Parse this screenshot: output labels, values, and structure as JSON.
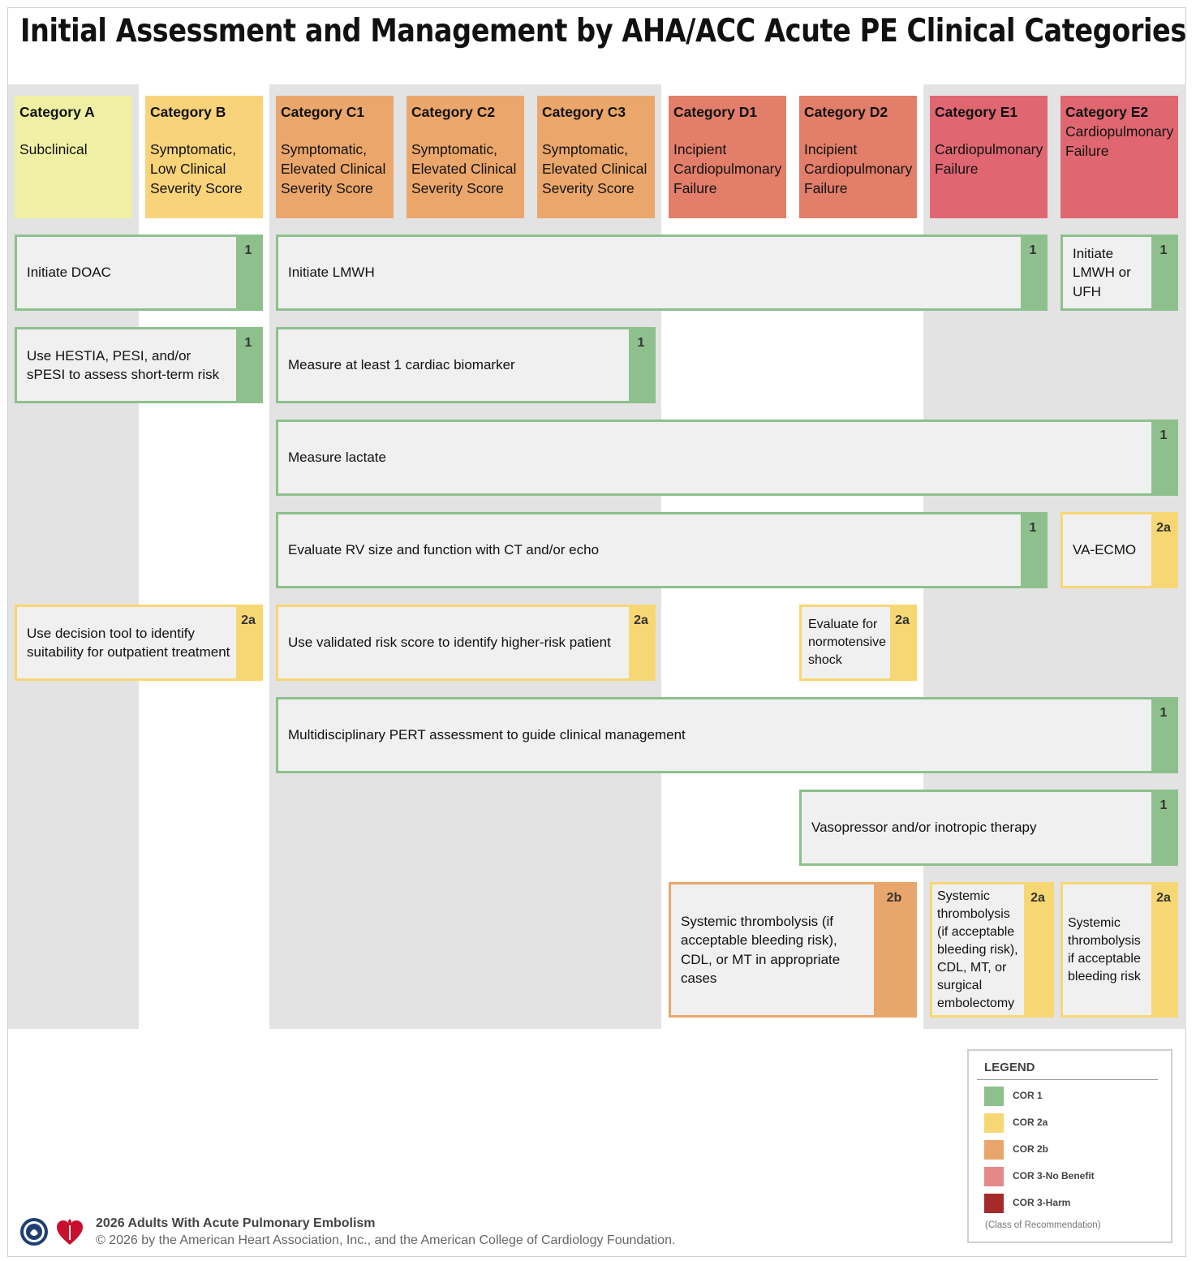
{
  "title": "Initial Assessment and Management by AHA/ACC Acute PE Clinical Categories",
  "colors": {
    "cor_1": "#8dc08d",
    "cor_2a": "#f7d774",
    "cor_2b": "#e9a66c",
    "cor_3_no_benefit": "#e4888a",
    "cor_3_harm": "#a52a2a",
    "category_a": "#eff0a3",
    "category_b": "#f8d37a",
    "category_c": "#eba76b",
    "category_d": "#e27e6a",
    "category_e": "#e06772"
  },
  "categories": [
    {
      "name": "Category A",
      "desc": "Subclinical"
    },
    {
      "name": "Category B",
      "desc": "Symptomatic, Low Clinical Severity Score"
    },
    {
      "name": "Category C1",
      "desc": "Symptomatic, Elevated Clinical Severity Score"
    },
    {
      "name": "Category C2",
      "desc": "Symptomatic, Elevated Clinical Severity Score"
    },
    {
      "name": "Category C3",
      "desc": "Symptomatic, Elevated Clinical Severity Score"
    },
    {
      "name": "Category D1",
      "desc": "Incipient Cardiopulmonary Failure"
    },
    {
      "name": "Category D2",
      "desc": "Incipient Cardiopulmonary Failure"
    },
    {
      "name": "Category E1",
      "desc": "Cardiopulmonary Failure"
    },
    {
      "name": "Category E2",
      "desc": "Cardiopulmonary Failure"
    }
  ],
  "recommendations": [
    {
      "text": "Initiate DOAC",
      "cor": "1"
    },
    {
      "text": "Initiate LMWH",
      "cor": "1"
    },
    {
      "text": "Initiate LMWH or UFH",
      "cor": "1"
    },
    {
      "text": "Use HESTIA, PESI, and/or sPESI to assess short-term risk",
      "cor": "1"
    },
    {
      "text": "Measure at least 1 cardiac biomarker",
      "cor": "1"
    },
    {
      "text": "Measure lactate",
      "cor": "1"
    },
    {
      "text": "Evaluate RV size and function with CT and/or echo",
      "cor": "1"
    },
    {
      "text": "VA-ECMO",
      "cor": "2a"
    },
    {
      "text": "Use decision tool to identify suitability for outpatient treatment",
      "cor": "2a"
    },
    {
      "text": "Use validated risk score to identify higher-risk patient",
      "cor": "2a"
    },
    {
      "text": "Evaluate for normotensive shock",
      "cor": "2a"
    },
    {
      "text": "Multidisciplinary PERT assessment to guide clinical management",
      "cor": "1"
    },
    {
      "text": "Vasopressor and/or inotropic therapy",
      "cor": "1"
    },
    {
      "text": "Systemic thrombolysis (if acceptable bleeding risk), CDL, or MT in appropriate cases",
      "cor": "2b"
    },
    {
      "text": "Systemic thrombolysis (if acceptable bleeding risk), CDL, MT, or surgical embolectomy",
      "cor": "2a"
    },
    {
      "text": "Systemic thrombolysis if acceptable bleeding risk",
      "cor": "2a"
    }
  ],
  "legend": {
    "title": "LEGEND",
    "items": [
      "COR 1",
      "COR 2a",
      "COR 2b",
      "COR 3-No Benefit",
      "COR 3-Harm"
    ],
    "note": "(Class of Recommendation)"
  },
  "footer": {
    "guideline": "2026 Adults With Acute Pulmonary Embolism",
    "copyright": "© 2026 by the American Heart Association, Inc., and the American College of Cardiology Foundation."
  }
}
